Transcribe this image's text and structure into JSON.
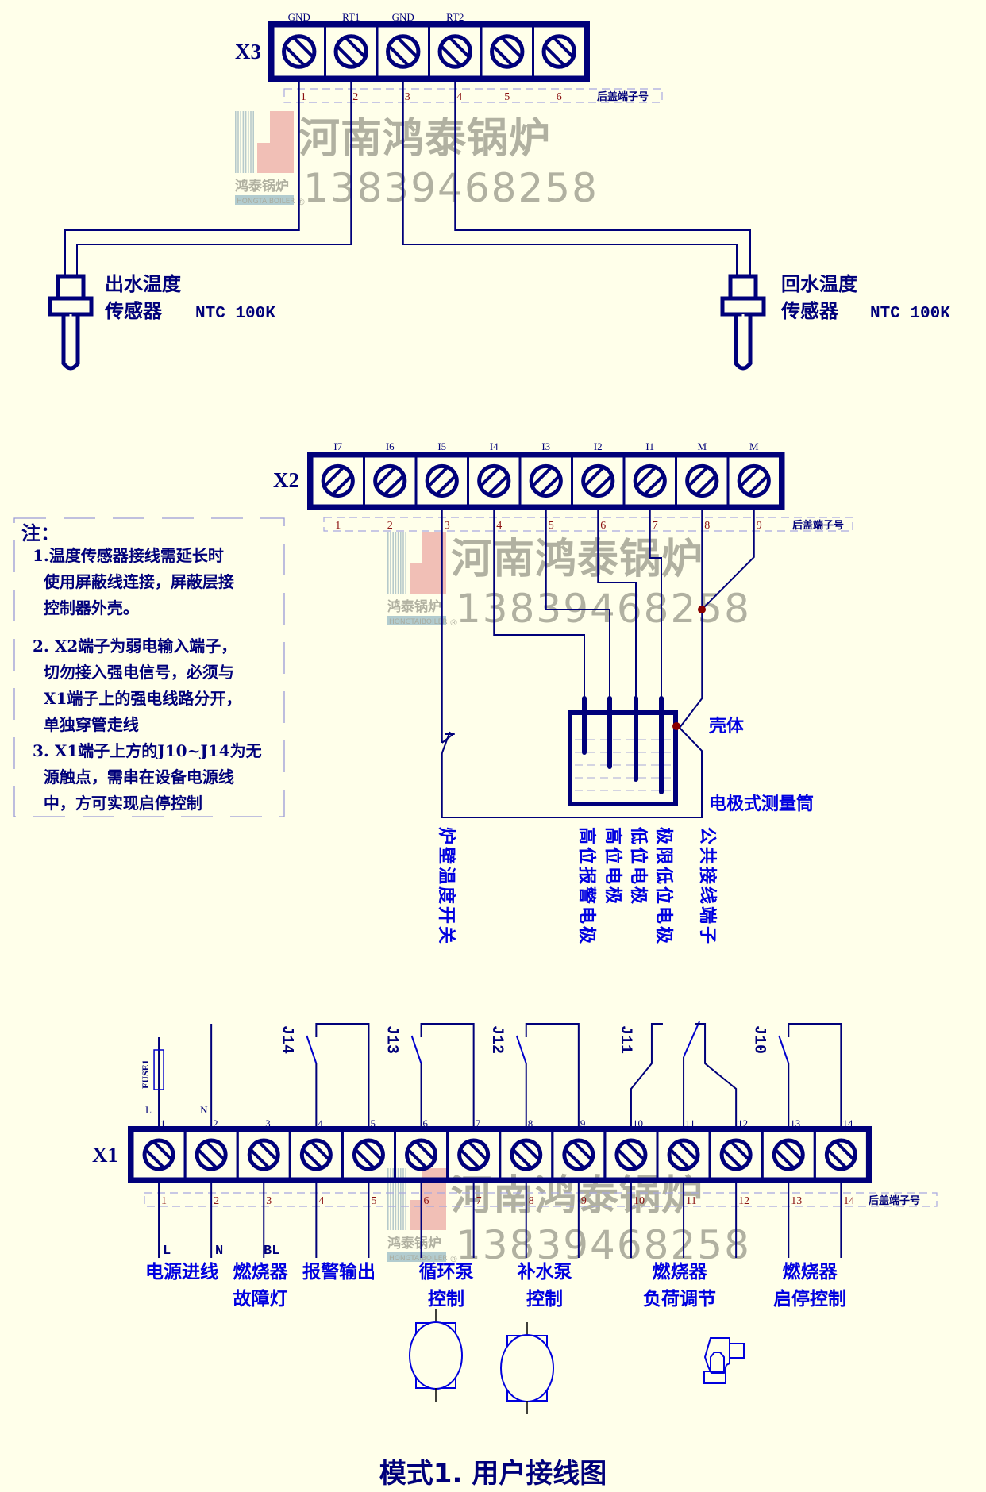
{
  "diagram": {
    "title": "模式1. 用户接线图",
    "watermark": {
      "company": "河南鸿泰锅炉",
      "phone": "13839468258",
      "logo_text": "鸿泰锅炉",
      "logo_sub": "HONGTAIBOILER",
      "registered": "®"
    },
    "colors": {
      "background": "#FFFFEA",
      "line": "#00007A",
      "label_blue": "#0000E0",
      "pin_number": "#8B1010",
      "junction": "#8B0000",
      "watermark_gray": "#A9A99A",
      "logo_pink": "#F0B8B0",
      "logo_stripe": "#9FB8C0"
    },
    "rear_cover_label": "后盖端子号",
    "x3": {
      "name": "X3",
      "top_labels": [
        "GND",
        "RT1",
        "GND",
        "RT2",
        "",
        ""
      ],
      "pins": [
        "1",
        "2",
        "3",
        "4",
        "5",
        "6"
      ],
      "sensor_out": {
        "line1": "出水温度",
        "line2": "传感器 NTC 100K"
      },
      "sensor_return": {
        "line1": "回水温度",
        "line2": "传感器 NTC 100K"
      }
    },
    "x2": {
      "name": "X2",
      "top_labels": [
        "I7",
        "I6",
        "I5",
        "I4",
        "I3",
        "I2",
        "I1",
        "M",
        "M"
      ],
      "pins": [
        "1",
        "2",
        "3",
        "4",
        "5",
        "6",
        "7",
        "8",
        "9"
      ],
      "shell_label": "壳体",
      "cylinder_label": "电极式测量筒",
      "vertical_labels": [
        "炉壁温度开关",
        "高位报警电极",
        "高位电极",
        "低位电极",
        "极限低位电极",
        "公共接线端子"
      ]
    },
    "notes": {
      "title": "注：",
      "items": [
        "1.温度传感器接线需延长时\n  使用屏蔽线连接，屏蔽层接\n  控制器外壳。",
        "2. X2端子为弱电输入端子，\n  切勿接入强电信号，必须与\n  X1端子上的强电线路分开，\n  单独穿管走线",
        "3. X1端子上方的J10~J14为无\n  源触点，需串在设备电源线\n  中，方可实现启停控制"
      ]
    },
    "x1": {
      "name": "X1",
      "top_pins": [
        "1",
        "2",
        "3",
        "4",
        "5",
        "6",
        "7",
        "8",
        "9",
        "10",
        "11",
        "12",
        "13",
        "14"
      ],
      "pins": [
        "1",
        "2",
        "3",
        "4",
        "5",
        "6",
        "7",
        "8",
        "9",
        "10",
        "11",
        "12",
        "13",
        "14"
      ],
      "fuse_label": "FUSE1",
      "line_labels": {
        "L": "L",
        "N": "N"
      },
      "relays": [
        "J14",
        "J13",
        "J12",
        "J11",
        "J10"
      ],
      "bottom_letters": [
        "L",
        "N",
        "BL"
      ],
      "groups": [
        {
          "line1": "电源进线",
          "line2": ""
        },
        {
          "line1": "燃烧器",
          "line2": "故障灯"
        },
        {
          "line1": "报警输出",
          "line2": ""
        },
        {
          "line1": "循环泵",
          "line2": "控制"
        },
        {
          "line1": "补水泵",
          "line2": "控制"
        },
        {
          "line1": "燃烧器",
          "line2": "负荷调节"
        },
        {
          "line1": "燃烧器",
          "line2": "启停控制"
        }
      ],
      "icons": [
        "circulation-pump-motor-icon",
        "makeup-pump-motor-icon",
        "burner-icon"
      ]
    }
  }
}
